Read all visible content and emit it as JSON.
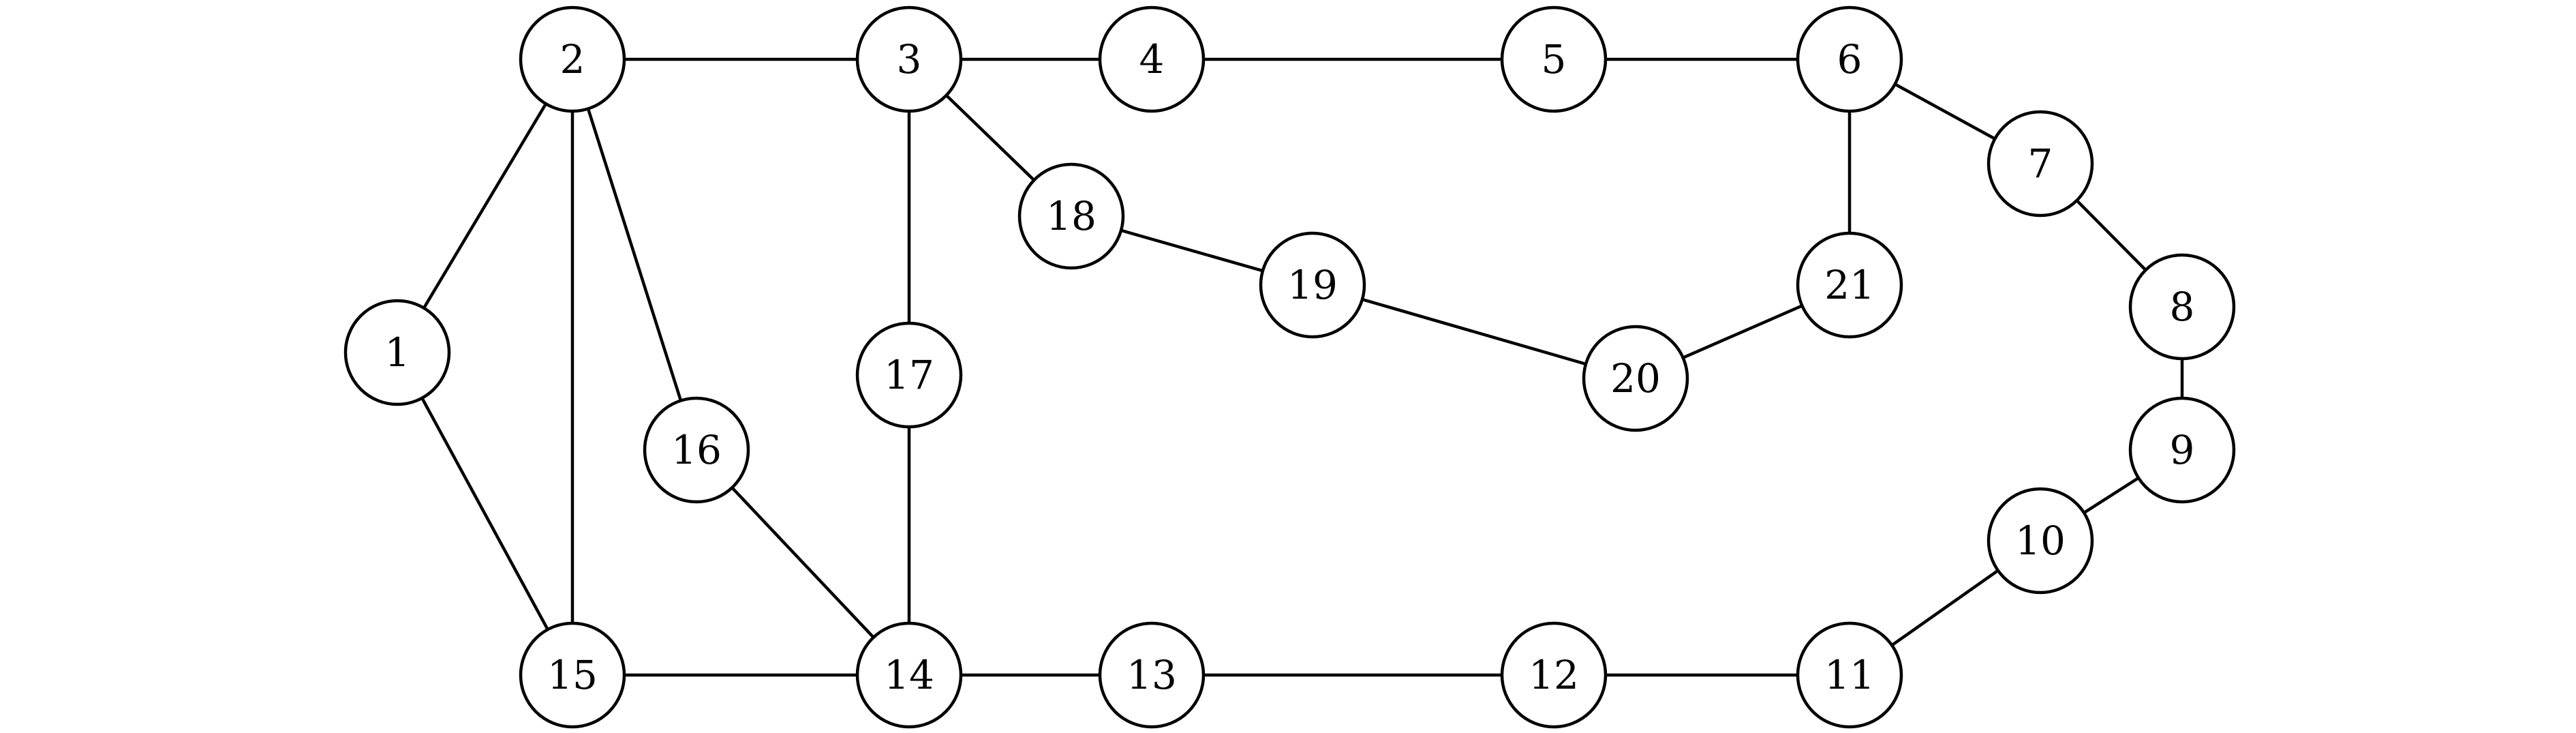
{
  "graph": {
    "nodes": [
      "1",
      "2",
      "3",
      "4",
      "5",
      "6",
      "7",
      "8",
      "9",
      "10",
      "11",
      "12",
      "13",
      "14",
      "15",
      "16",
      "17",
      "18",
      "19",
      "20",
      "21"
    ],
    "edges": [
      [
        "1",
        "2"
      ],
      [
        "1",
        "15"
      ],
      [
        "2",
        "3"
      ],
      [
        "2",
        "15"
      ],
      [
        "2",
        "16"
      ],
      [
        "3",
        "4"
      ],
      [
        "3",
        "17"
      ],
      [
        "3",
        "18"
      ],
      [
        "4",
        "5"
      ],
      [
        "5",
        "6"
      ],
      [
        "6",
        "7"
      ],
      [
        "6",
        "21"
      ],
      [
        "7",
        "8"
      ],
      [
        "8",
        "9"
      ],
      [
        "9",
        "10"
      ],
      [
        "10",
        "11"
      ],
      [
        "11",
        "12"
      ],
      [
        "12",
        "13"
      ],
      [
        "13",
        "14"
      ],
      [
        "14",
        "15"
      ],
      [
        "14",
        "16"
      ],
      [
        "14",
        "17"
      ],
      [
        "18",
        "19"
      ],
      [
        "19",
        "20"
      ],
      [
        "20",
        "21"
      ]
    ],
    "colors": {
      "stroke": "#000000",
      "node_fill": "#ffffff",
      "background": "#ffffff"
    }
  }
}
